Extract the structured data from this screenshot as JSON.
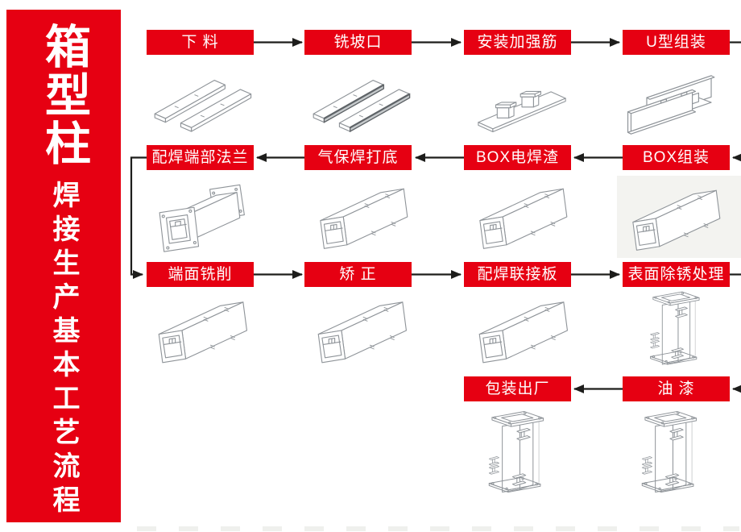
{
  "banner": {
    "title": "箱型柱",
    "subtitle": "焊接生产基本工艺流程",
    "bg_color": "#e60012",
    "text_color": "#ffffff"
  },
  "flow": {
    "accent_color": "#e60012",
    "connector_color": "#1d1d1b",
    "sketch_color": "#8f9499",
    "rows": [
      {
        "direction": "left-to-right",
        "steps": [
          {
            "label": "下 料",
            "illustration": "two-cut-plates"
          },
          {
            "label": "铣坡口",
            "illustration": "two-beveled-plates"
          },
          {
            "label": "安装加强筋",
            "illustration": "plate-with-stiffeners"
          },
          {
            "label": "U型组装",
            "illustration": "u-channel"
          }
        ]
      },
      {
        "direction": "right-to-left",
        "steps": [
          {
            "label": "配焊端部法兰",
            "illustration": "flanged-box-column"
          },
          {
            "label": "气保焊打底",
            "illustration": "box-column"
          },
          {
            "label": "BOX电焊渣",
            "illustration": "box-column"
          },
          {
            "label": "BOX组装",
            "illustration": "box-column-on-gray"
          }
        ]
      },
      {
        "direction": "left-to-right",
        "steps": [
          {
            "label": "端面铣削",
            "illustration": "box-column"
          },
          {
            "label": "矫 正",
            "illustration": "box-column"
          },
          {
            "label": "配焊联接板",
            "illustration": "box-column"
          },
          {
            "label": "表面除锈处理",
            "illustration": "upright-column"
          }
        ]
      },
      {
        "direction": "right-to-left",
        "steps": [
          {
            "label": "包装出厂",
            "illustration": "upright-column"
          },
          {
            "label": "油 漆",
            "illustration": "upright-column"
          }
        ]
      }
    ]
  }
}
